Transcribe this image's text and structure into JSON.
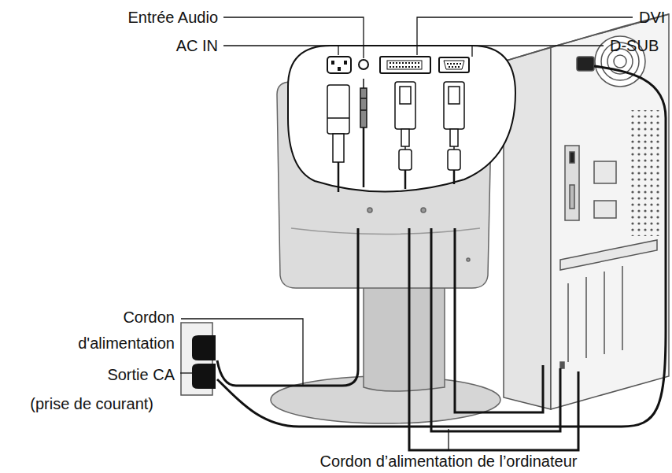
{
  "diagram": {
    "labels": [
      "Entrée Audio",
      "AC IN",
      "DVI",
      "D-SUB",
      "Cordon d'alimentation",
      "Sortie CA (prise de courant)",
      "Cordon d’alimentation de l’ordinateur"
    ]
  }
}
